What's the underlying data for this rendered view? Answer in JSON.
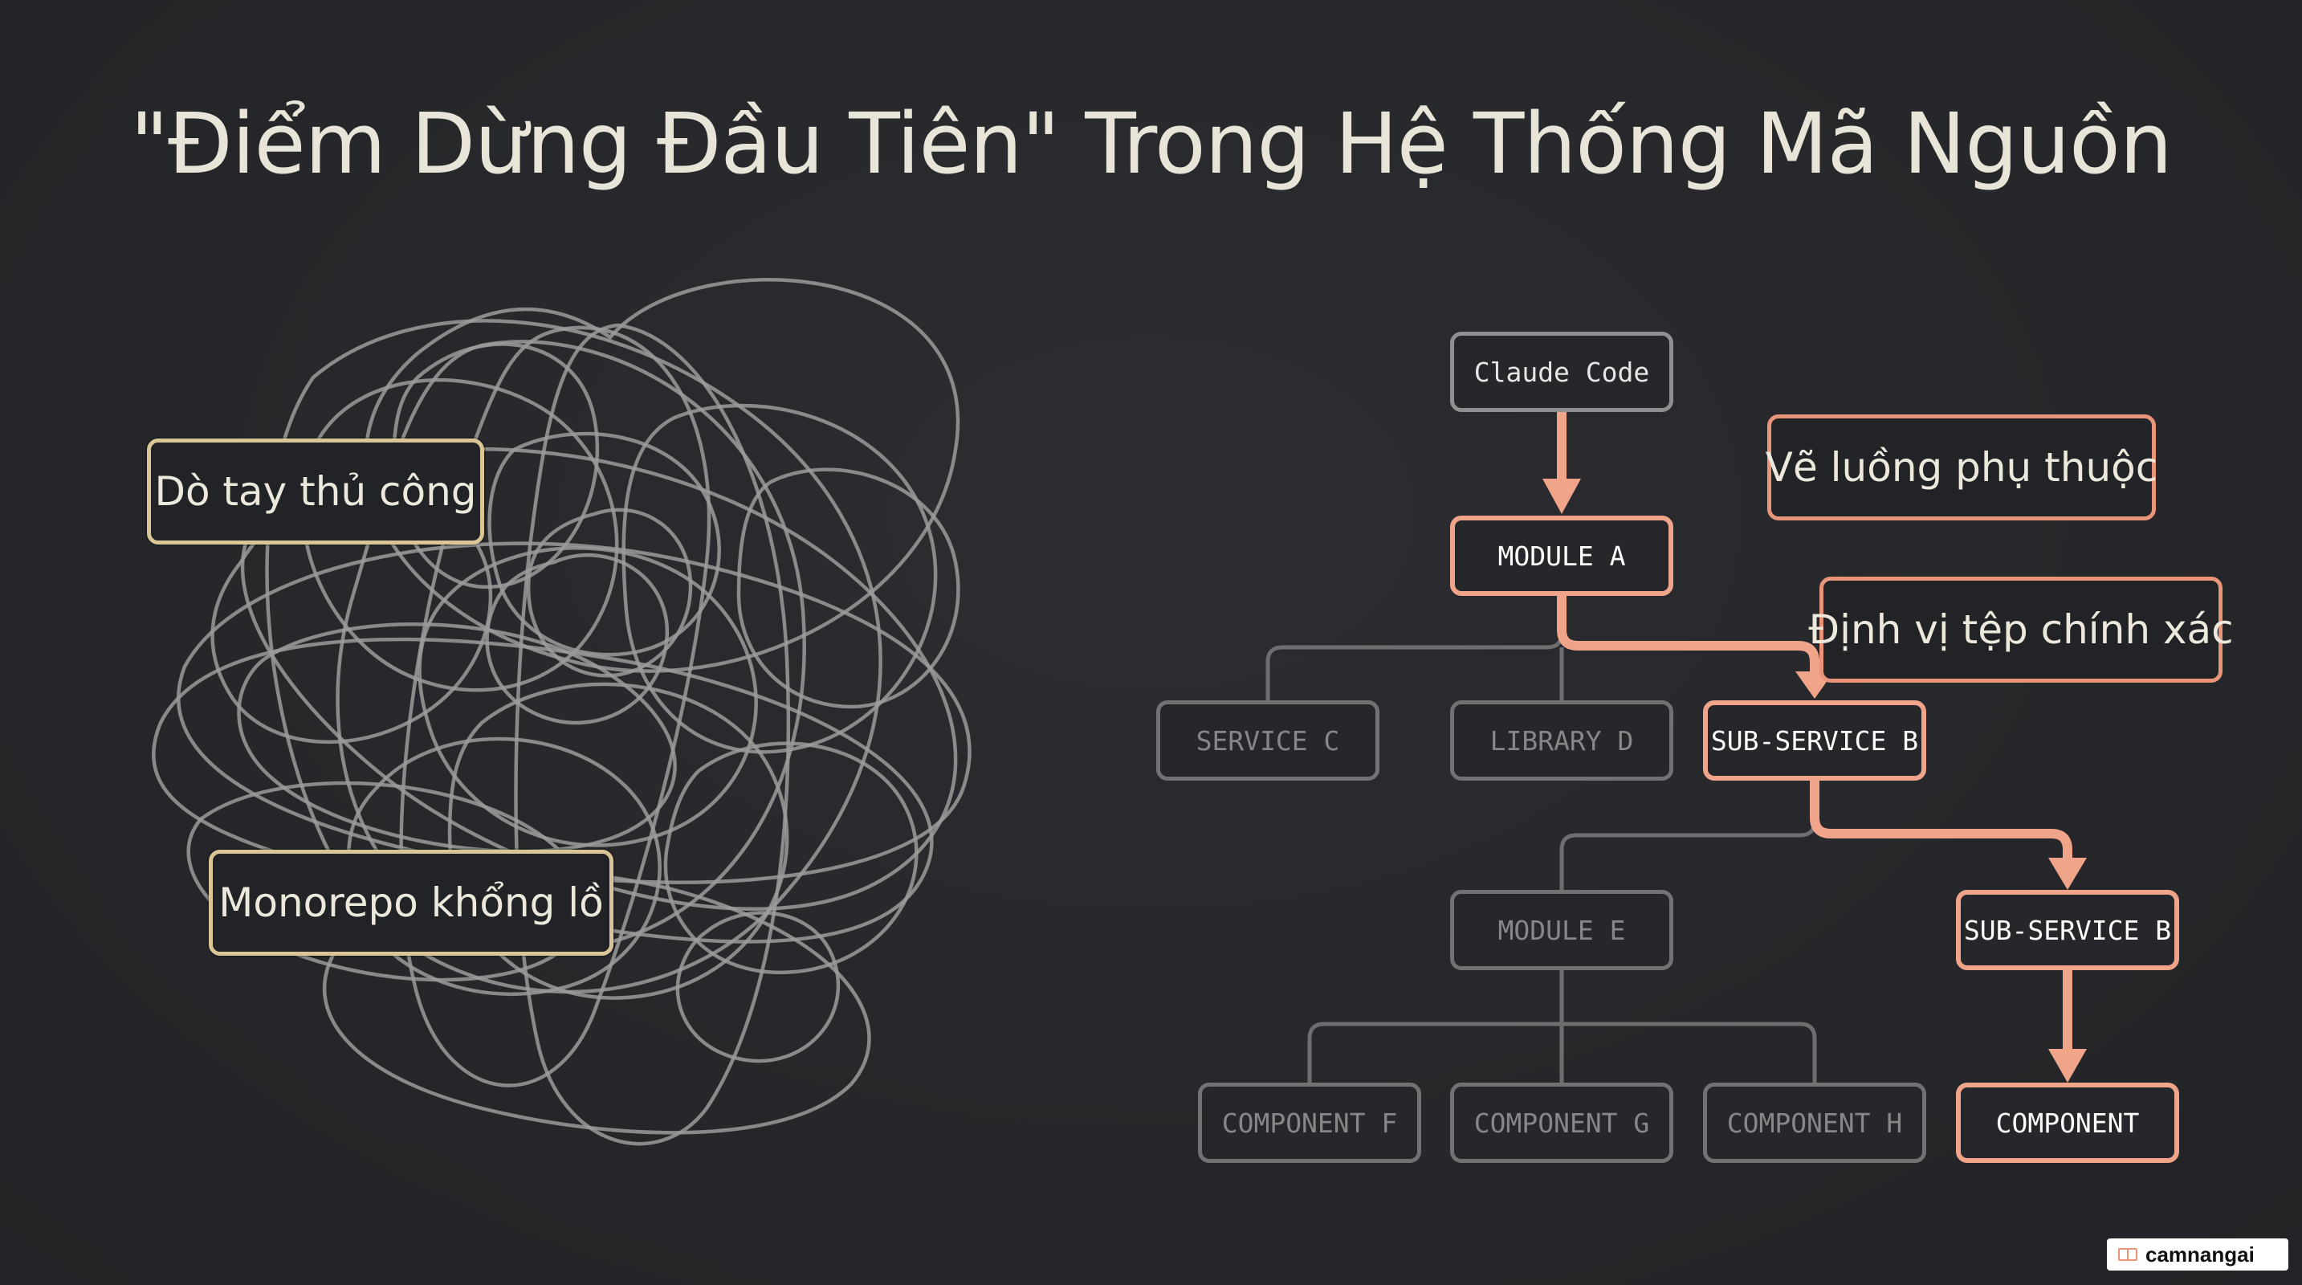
{
  "title": "\"Điểm Dừng Đầu Tiên\" Trong Hệ Thống Mã Nguồn",
  "left_panel": {
    "callout_top": "Dò tay thủ công",
    "callout_bottom": "Monorepo khổng lồ"
  },
  "right_panel": {
    "callout_dependencies": "Vẽ luồng phụ thuộc",
    "callout_locate": "Định vị tệp chính xác",
    "nodes": {
      "claude_code": "Claude Code",
      "module_a": "MODULE A",
      "service_c": "SERVICE C",
      "library_d": "LIBRARY D",
      "sub_service_b_1": "SUB-SERVICE B",
      "module_e": "MODULE E",
      "sub_service_b_2": "SUB-SERVICE B",
      "component_f": "COMPONENT F",
      "component_g": "COMPONENT G",
      "component_h": "COMPONENT H",
      "component": "COMPONENT"
    }
  },
  "colors": {
    "background": "#26272a",
    "highlight": "#f0a58a",
    "callout_border_gold": "#d9c596",
    "callout_border_coral": "#e8957a",
    "inactive": "#707274"
  },
  "watermark": "camnangai"
}
